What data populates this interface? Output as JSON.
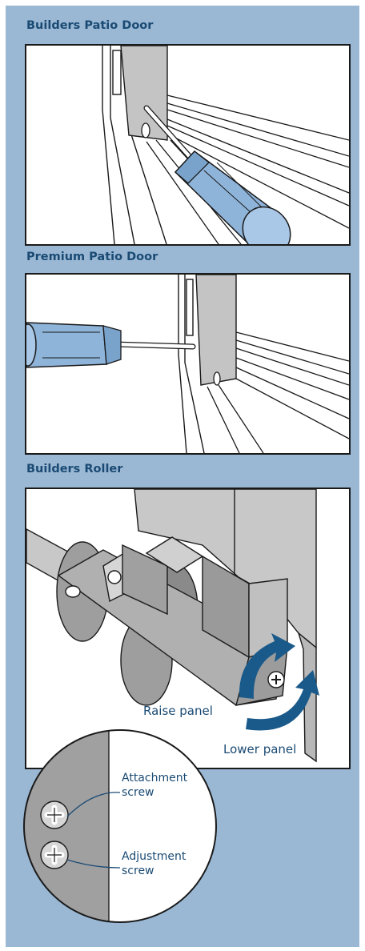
{
  "sections": [
    {
      "title": "Builders Patio Door"
    },
    {
      "title": "Premium Patio Door"
    },
    {
      "title": "Builders Roller"
    }
  ],
  "roller_labels": {
    "raise": "Raise panel",
    "lower": "Lower panel"
  },
  "detail_labels": {
    "attachment_line1": "Attachment",
    "attachment_line2": "screw",
    "adjustment_line1": "Adjustment",
    "adjustment_line2": "screw"
  },
  "colors": {
    "panel_bg": "#9ab8d4",
    "title_text": "#1a4a73",
    "screwdriver_handle": "#8fb4da",
    "arrow": "#1a5a8a",
    "hardware_gray": "#a8a8a8"
  }
}
